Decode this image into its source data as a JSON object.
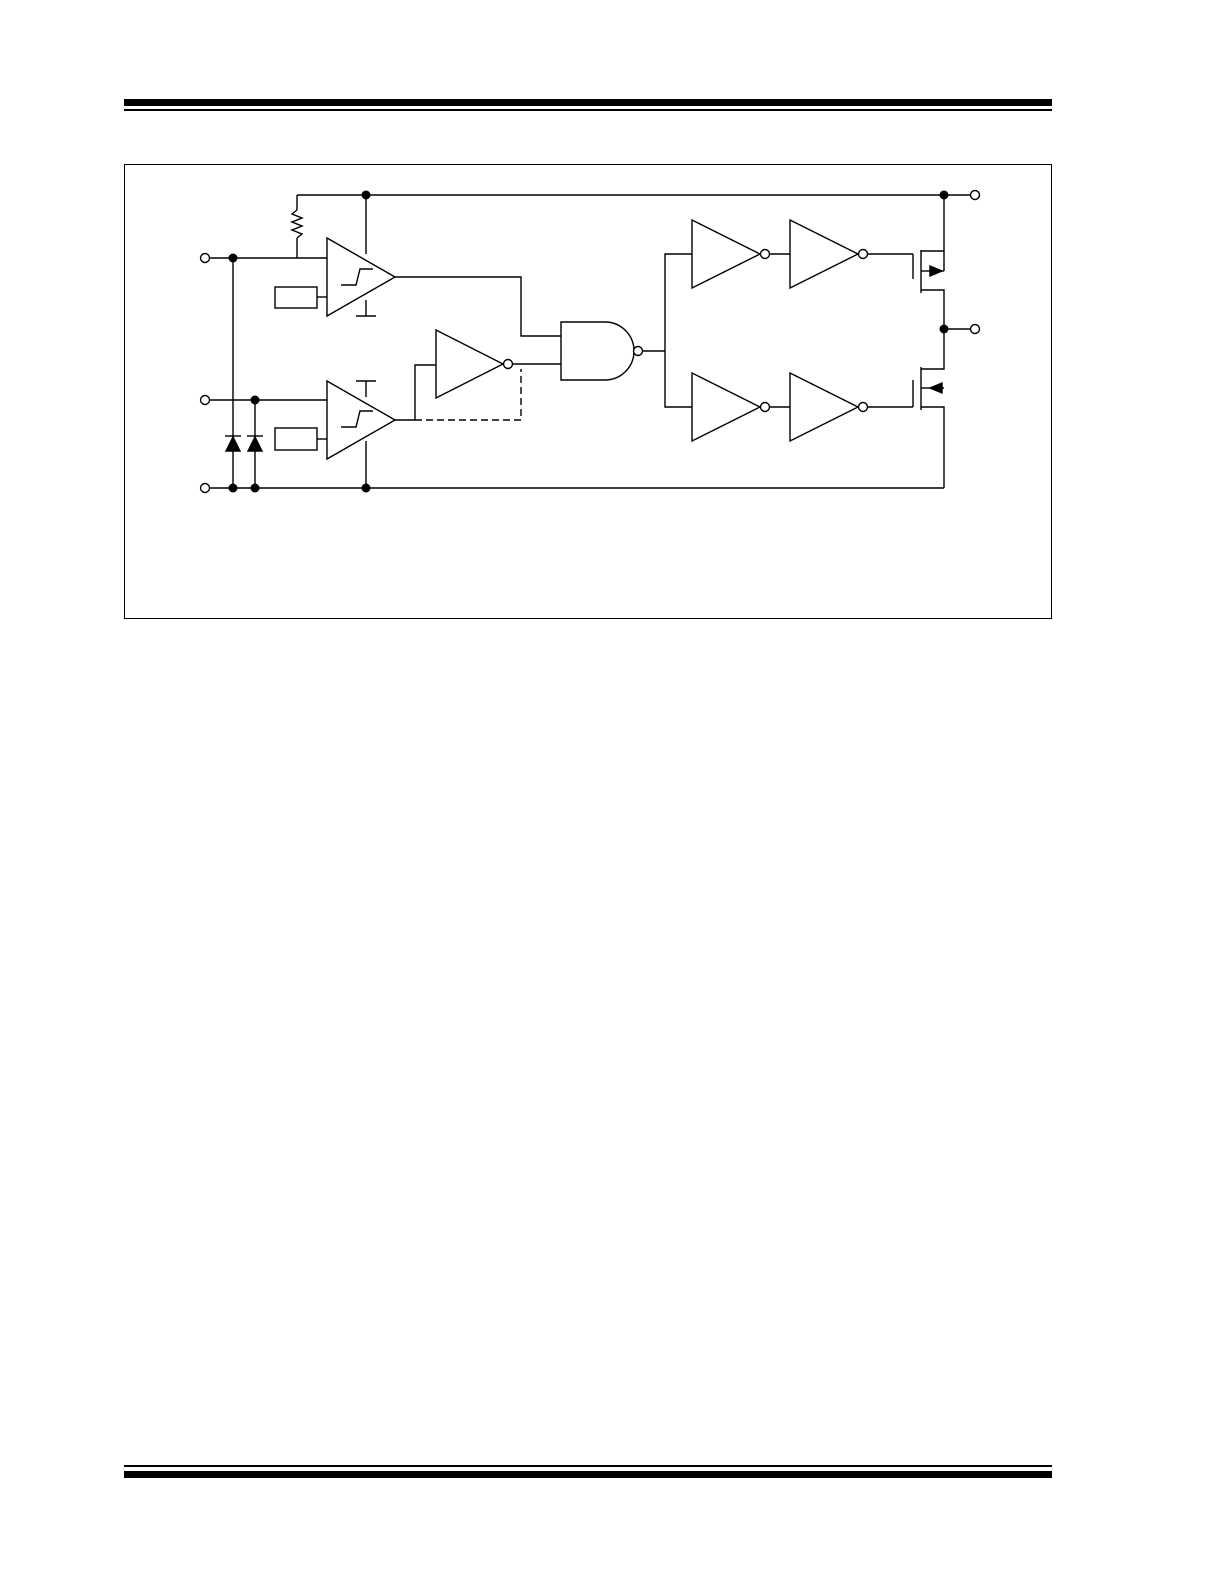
{
  "page": {
    "header_rule": "double",
    "footer_rule": "double"
  },
  "diagram": {
    "description_text": "",
    "colors": {
      "line": "#000000",
      "background": "#ffffff"
    },
    "components": [
      {
        "type": "resistor",
        "name": "pull-up-resistor"
      },
      {
        "type": "schmitt-comparator",
        "name": "comparator-top"
      },
      {
        "type": "schmitt-comparator",
        "name": "comparator-bottom"
      },
      {
        "type": "reference-box",
        "name": "reference-top"
      },
      {
        "type": "reference-box",
        "name": "reference-bottom"
      },
      {
        "type": "inverter",
        "name": "inverter-optional"
      },
      {
        "type": "nand-gate",
        "name": "nand-gate"
      },
      {
        "type": "inverter",
        "name": "driver-inverter-1"
      },
      {
        "type": "inverter",
        "name": "driver-inverter-2"
      },
      {
        "type": "inverter",
        "name": "driver-inverter-3"
      },
      {
        "type": "inverter",
        "name": "driver-inverter-4"
      },
      {
        "type": "pmos",
        "name": "output-pmos"
      },
      {
        "type": "nmos",
        "name": "output-nmos"
      },
      {
        "type": "diode",
        "name": "esd-diode-1"
      },
      {
        "type": "diode",
        "name": "esd-diode-2"
      }
    ],
    "terminals": [
      "in-top",
      "in-mid",
      "gnd-left",
      "vdd-right",
      "out-right"
    ]
  }
}
